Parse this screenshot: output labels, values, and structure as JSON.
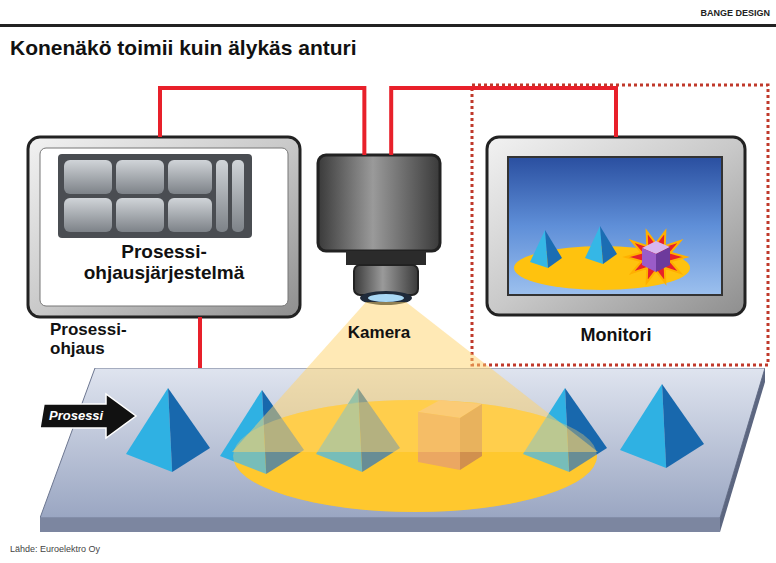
{
  "diagram": {
    "title": "Konenäkö toimii kuin älykäs anturi",
    "caption": "Lähde: Euroelektro Oy",
    "nodes": [
      {
        "text": [
          "Prosessi- ohjausjärjestelmä"
        ]
      },
      {
        "text": [
          "Kamera"
        ]
      },
      {
        "text": [
          "Monitori"
        ]
      },
      {
        "text": [
          "Prosessi"
        ]
      }
    ],
    "edges": [
      {
        "from": 1,
        "to": 0,
        "arrow": "none"
      },
      {
        "from": 1,
        "to": 2,
        "arrow": "none"
      },
      {
        "from": 0,
        "to": 3,
        "label": "Prosessi- ohjaus",
        "arrow": "none"
      }
    ],
    "labels": [
      "BANGE DESIGN"
    ]
  }
}
